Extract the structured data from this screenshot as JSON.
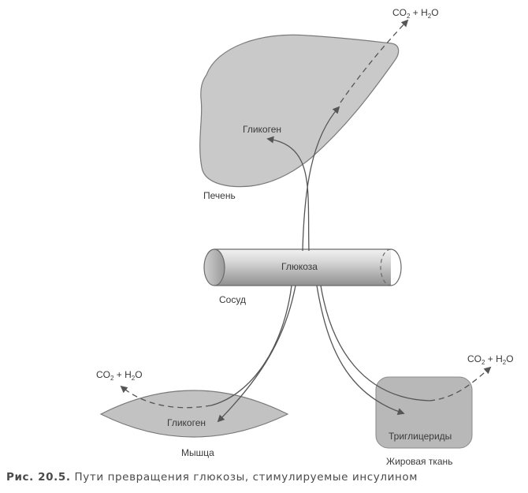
{
  "diagram": {
    "vessel": {
      "label": "Сосуд",
      "content": "Глюкоза"
    },
    "liver": {
      "label": "Печень",
      "product": "Гликоген"
    },
    "muscle": {
      "label": "Мышца",
      "product": "Гликоген"
    },
    "adipose": {
      "label": "Жировая ткань",
      "product": "Триглицериды"
    },
    "oxidation": {
      "liver": {
        "co": "CO",
        "co_sub": "2",
        "plus_h": " + H",
        "h_sub": "2",
        "o": "O"
      },
      "muscle": {
        "co": "CO",
        "co_sub": "2",
        "plus_h": " + H",
        "h_sub": "2",
        "o": "O"
      },
      "adipose": {
        "co": "CO",
        "co_sub": "2",
        "plus_h": " + H",
        "h_sub": "2",
        "o": "O"
      }
    }
  },
  "caption": {
    "figure": "Рис. 20.5.",
    "text": " Пути превращения глюкозы, стимулируемые инсулином"
  },
  "colors": {
    "organ_fill": "#c9c9c9",
    "organ_stroke": "#7a7a7a",
    "adipose_fill": "#b8b8b8",
    "arrow": "#555555",
    "text": "#3a3a3a"
  }
}
